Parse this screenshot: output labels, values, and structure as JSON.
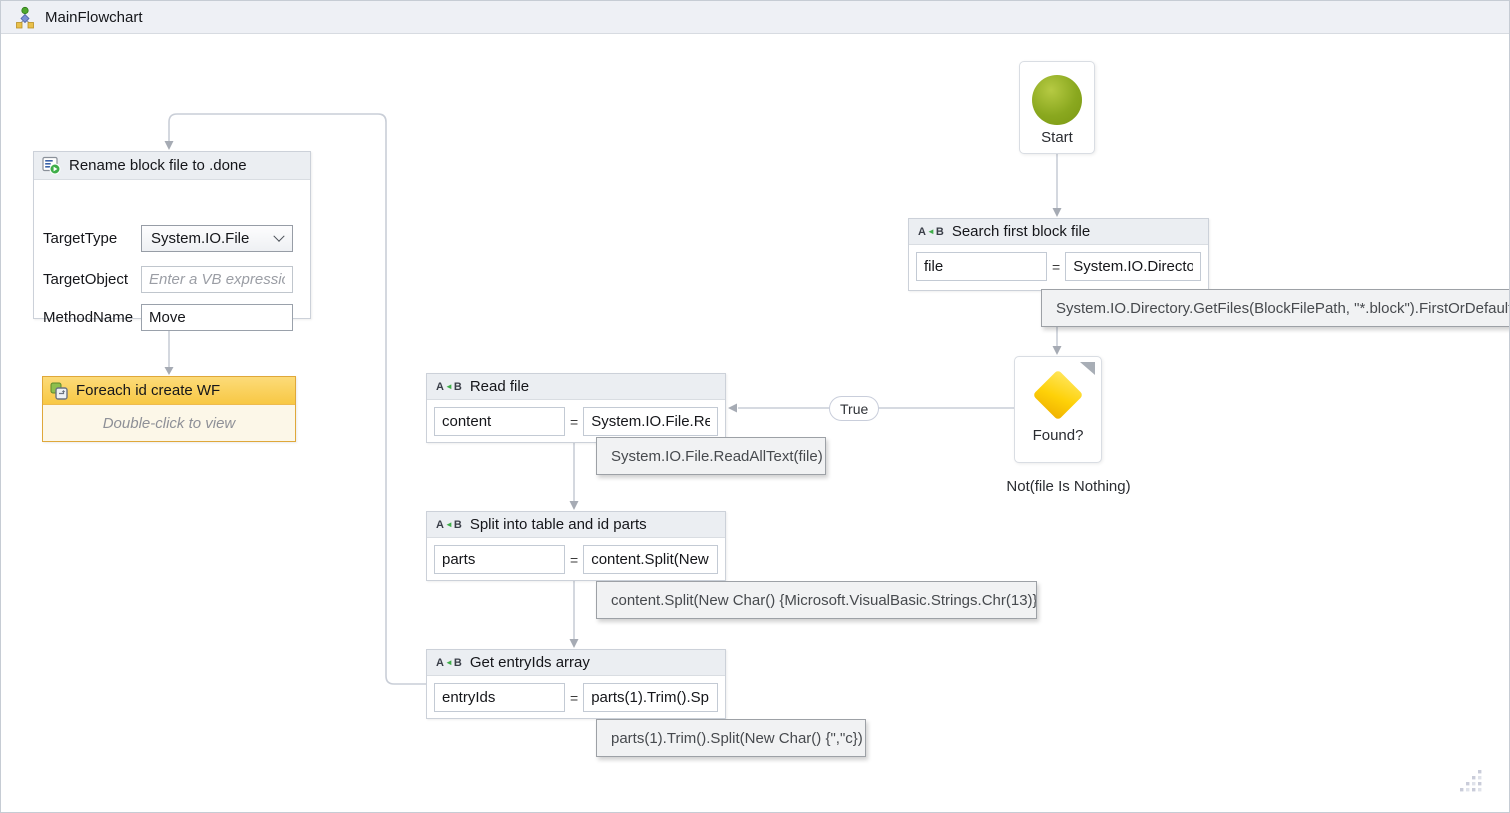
{
  "header": {
    "title": "MainFlowchart"
  },
  "nodes": {
    "start": {
      "label": "Start"
    },
    "search": {
      "title": "Search first block file",
      "variable": "file",
      "op": "=",
      "expression": "System.IO.Directory.GetFiles(BlockFilePath, \"*.block\").FirstOrDefault()"
    },
    "decision": {
      "label": "Found?",
      "condition": "Not(file Is Nothing)",
      "true_label": "True"
    },
    "read": {
      "title": "Read file",
      "variable": "content",
      "op": "=",
      "expression": "System.IO.File.ReadAllText(file)"
    },
    "split": {
      "title": "Split into table and id parts",
      "variable": "parts",
      "op": "=",
      "expression": "content.Split(New Char() {Microsoft.VisualBasic.Strings.Chr(13)})"
    },
    "entryids": {
      "title": "Get entryIds array",
      "variable": "entryIds",
      "op": "=",
      "expression": "parts(1).Trim().Split(New Char() {\",\"c})"
    },
    "invoke": {
      "title": "Rename block file to .done",
      "target_type_label": "TargetType",
      "target_type_value": "System.IO.File",
      "target_object_label": "TargetObject",
      "target_object_placeholder": "Enter a VB expression",
      "method_name_label": "MethodName",
      "method_name_value": "Move"
    },
    "foreach": {
      "title": "Foreach id create WF",
      "hint": "Double-click to view"
    }
  },
  "tooltips": {
    "search": "System.IO.Directory.GetFiles(BlockFilePath, \"*.block\").FirstOrDefault()",
    "read": "System.IO.File.ReadAllText(file)",
    "split": "content.Split(New Char() {Microsoft.VisualBasic.Strings.Chr(13)})",
    "entryids": "parts(1).Trim().Split(New Char() {\",\"c})"
  },
  "icons": {
    "titlebar": "flowchart-icon",
    "assign": "assign-a-plus-b-icon",
    "invoke": "invoke-method-icon",
    "foreach": "foreach-icon",
    "start": "start-circle",
    "decision": "decision-diamond",
    "grip": "resize-grip"
  },
  "colors": {
    "start_green": "#8aa81f",
    "decision_yellow": "#fed108",
    "foreach_header": "#f9cf56",
    "foreach_border": "#dfa83a",
    "connector": "#c9ced7",
    "arrowhead": "#a6abb4",
    "activity_header_bg": "#ebeef2",
    "titlebar_bg": "#eef0f5",
    "tooltip_bg": "#f1f2f3"
  }
}
